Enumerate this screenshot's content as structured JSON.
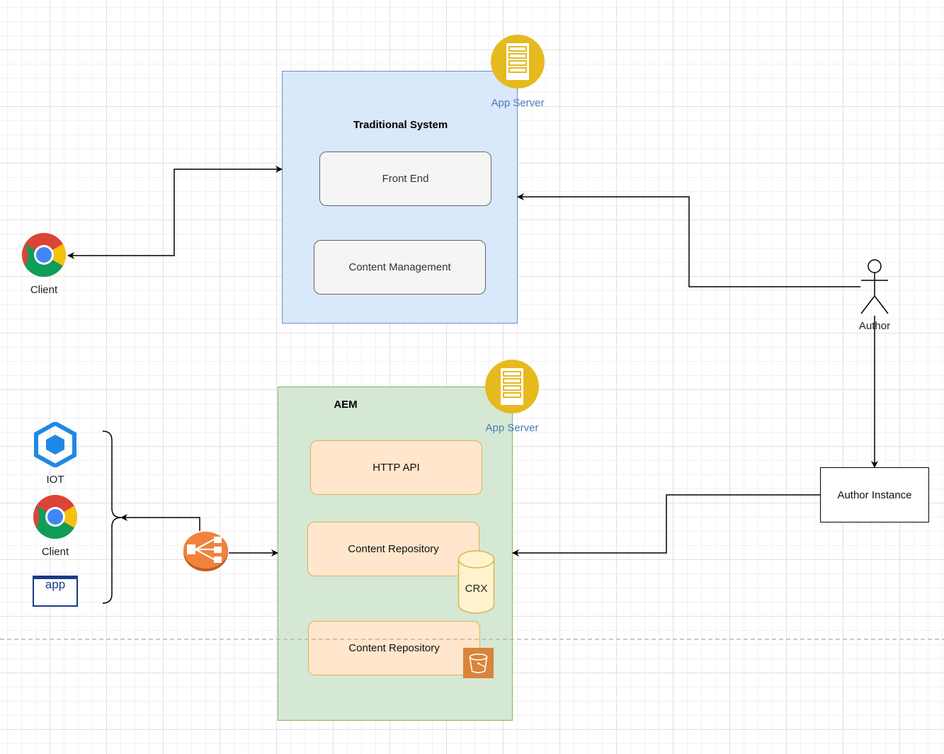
{
  "traditional": {
    "title": "Traditional System",
    "front_end": "Front End",
    "content_management": "Content Management",
    "app_server": "App Server"
  },
  "aem": {
    "title": "AEM",
    "http_api": "HTTP API",
    "content_repository_1": "Content Repository",
    "content_repository_2": "Content Repository",
    "crx": "CRX",
    "app_server": "App Server"
  },
  "clients": {
    "top_client": "Client",
    "iot": "IOT",
    "client": "Client",
    "app": "app"
  },
  "author": {
    "actor": "Author",
    "instance": "Author Instance"
  },
  "colors": {
    "blue_fill": "#dae8fc",
    "green_fill": "#d5e8d4",
    "orange_fill": "#ffe6cc",
    "server_yellow": "#e6b91e",
    "load_balancer": "#f0823c",
    "s3_orange": "#d9843b"
  }
}
